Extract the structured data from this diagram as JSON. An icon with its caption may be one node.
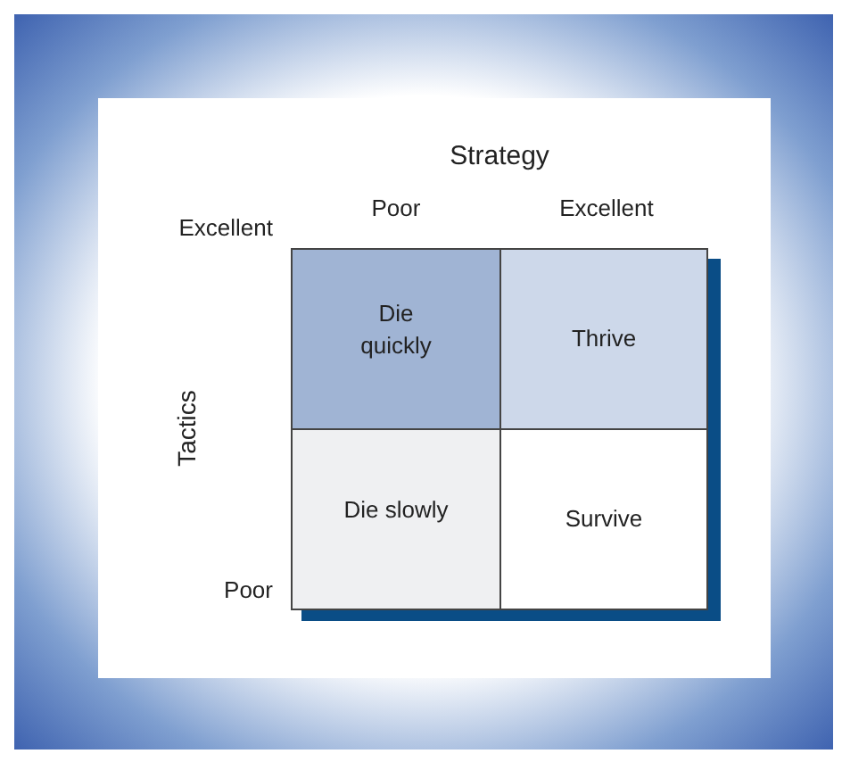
{
  "diagram": {
    "nodes": [
      {
        "text": [
          "Die quickly"
        ]
      },
      {
        "text": [
          "Thrive"
        ]
      },
      {
        "text": [
          "Die slowly"
        ]
      },
      {
        "text": [
          "Survive"
        ]
      }
    ],
    "labels": [
      "Strategy",
      "Poor",
      "Excellent",
      "Excellent",
      "Tactics",
      "Poor"
    ]
  }
}
